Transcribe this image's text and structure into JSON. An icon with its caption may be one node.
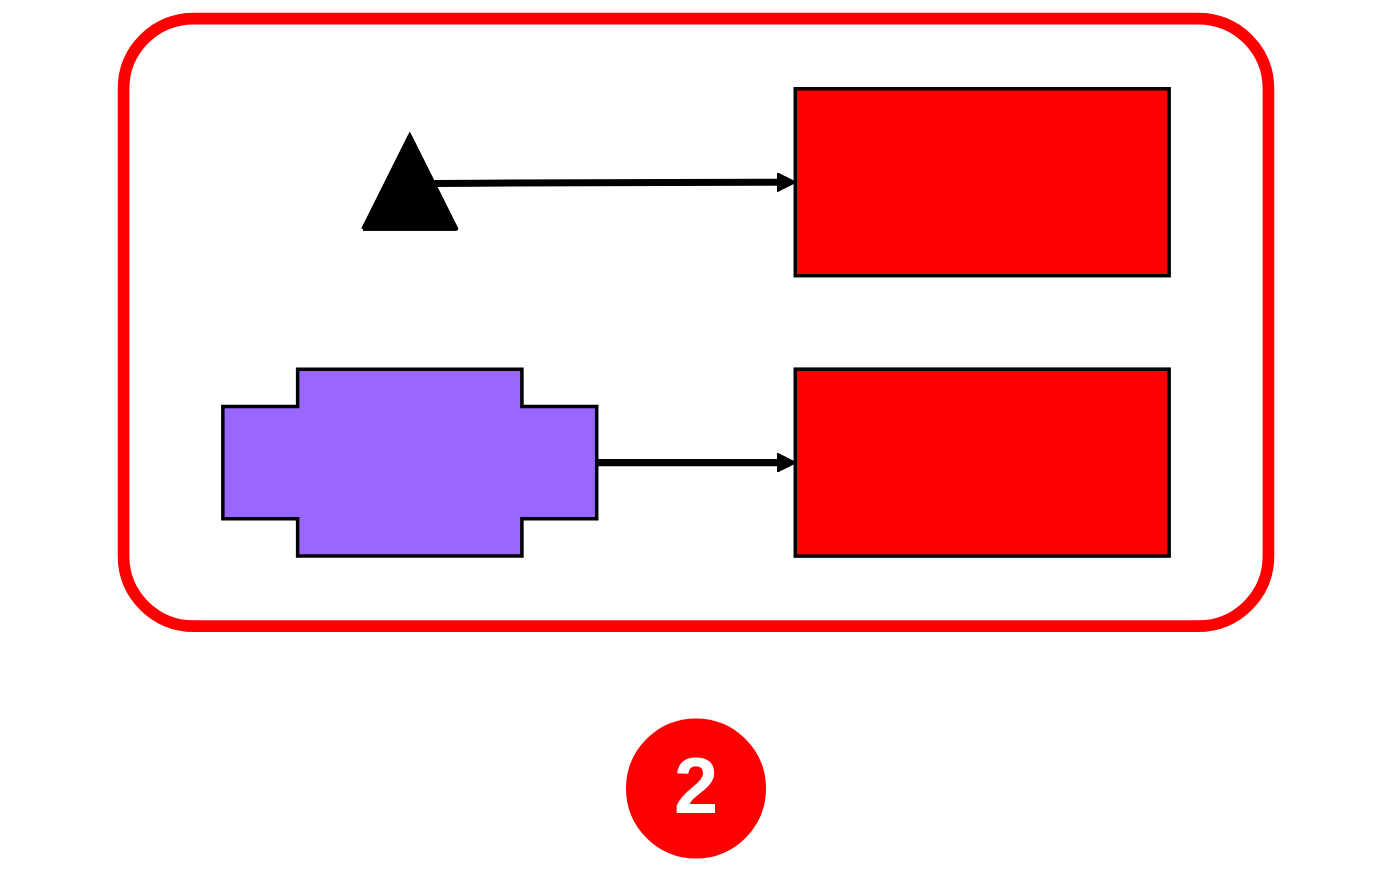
{
  "diagram": {
    "nodes": [
      {
        "text": [],
        "shape": "box"
      },
      {
        "text": [
          "2"
        ]
      },
      {
        "text": [],
        "shape": "triangle",
        "in": 0
      },
      {
        "text": [],
        "shape": "box",
        "in": 0
      },
      {
        "text": [],
        "shape": "cross",
        "in": 0
      },
      {
        "text": [],
        "shape": "box",
        "in": 0
      }
    ],
    "edges": [
      {
        "from": 2,
        "to": 3,
        "arrow": "to"
      },
      {
        "from": 4,
        "to": 5,
        "arrow": "to"
      }
    ]
  }
}
